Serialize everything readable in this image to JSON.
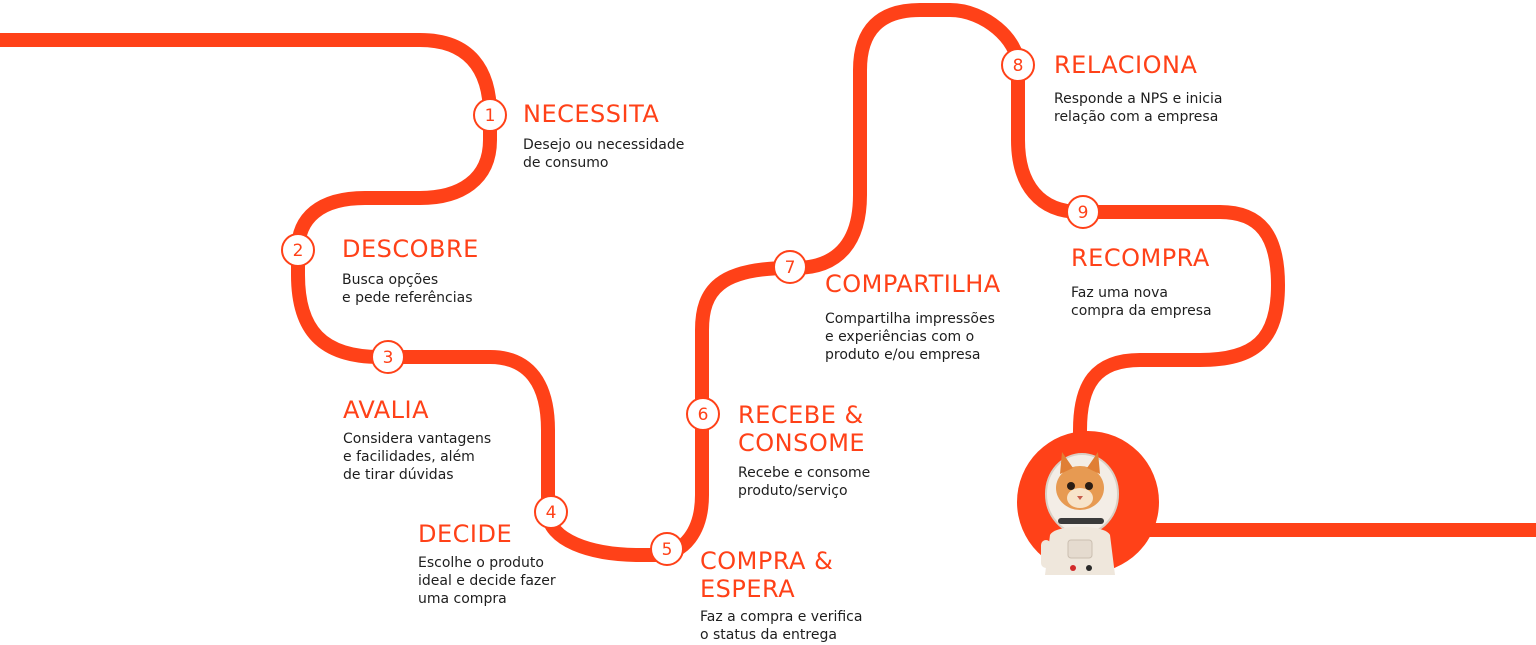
{
  "colors": {
    "accent": "#ff4118",
    "text": "#1e1e1e",
    "background": "#ffffff"
  },
  "steps": [
    {
      "number": "1",
      "title": "NECESSITA",
      "description": "Desejo ou necessidade\nde consumo"
    },
    {
      "number": "2",
      "title": "DESCOBRE",
      "description": "Busca opções\ne pede referências"
    },
    {
      "number": "3",
      "title": "AVALIA",
      "description": "Considera vantagens\ne facilidades, além\nde tirar dúvidas"
    },
    {
      "number": "4",
      "title": "DECIDE",
      "description": "Escolhe o produto\nideal e decide fazer\numa compra"
    },
    {
      "number": "5",
      "title": "COMPRA &\nESPERA",
      "description": "Faz a compra e verifica\no status da entrega"
    },
    {
      "number": "6",
      "title": "RECEBE &\nCONSOME",
      "description": "Recebe e consome\nproduto/serviço"
    },
    {
      "number": "7",
      "title": "COMPARTILHA",
      "description": "Compartilha impressões\ne experiências com o\nproduto e/ou empresa"
    },
    {
      "number": "8",
      "title": "RELACIONA",
      "description": "Responde a NPS e inicia\nrelação com a empresa"
    },
    {
      "number": "9",
      "title": "RECOMPRA",
      "description": "Faz uma nova\ncompra da empresa"
    }
  ],
  "illustration": {
    "icon": "astronaut-cat-avatar"
  }
}
